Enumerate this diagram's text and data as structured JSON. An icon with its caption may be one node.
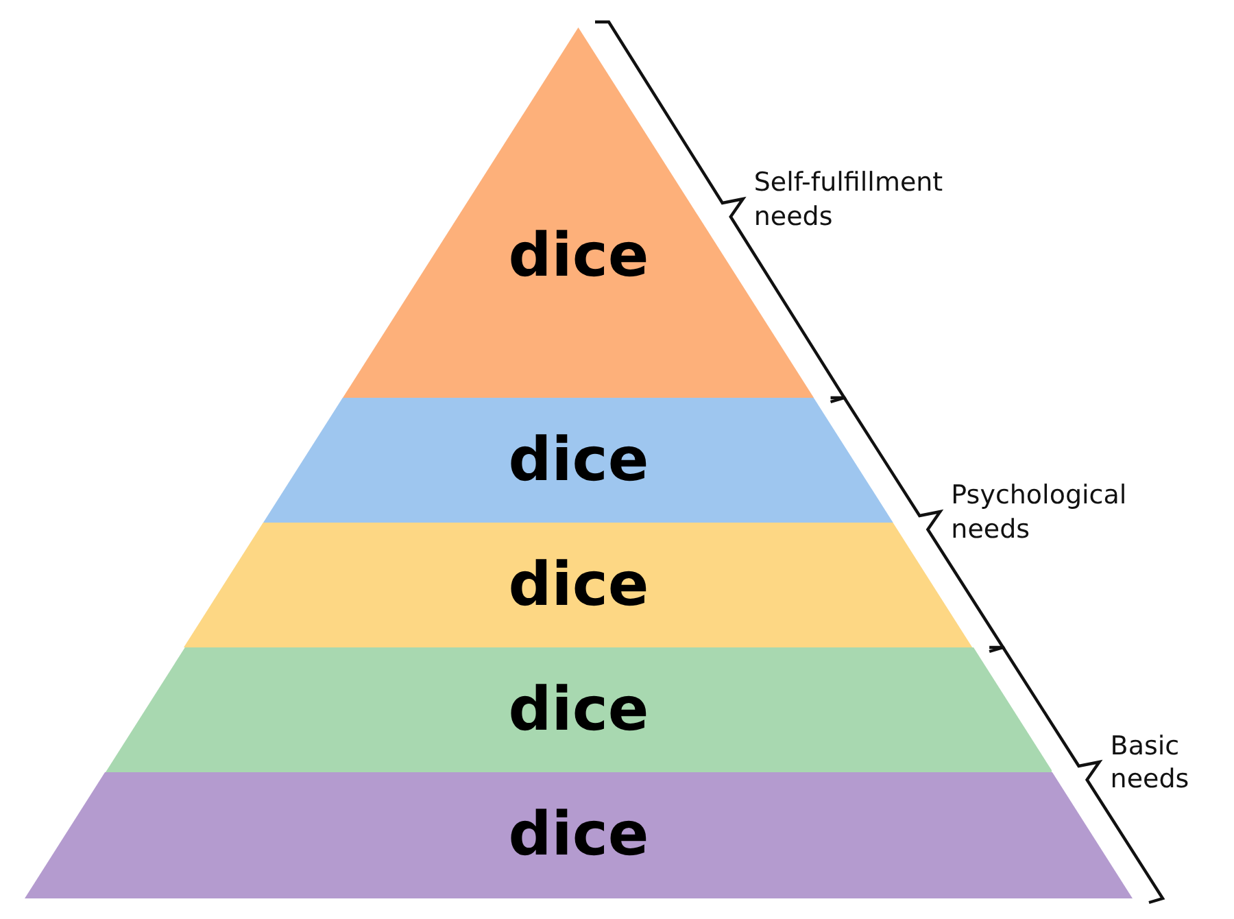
{
  "diagram": {
    "nodes": [
      {
        "text": [
          "dice"
        ]
      },
      {
        "text": [
          "dice"
        ]
      },
      {
        "text": [
          "dice"
        ]
      },
      {
        "text": [
          "dice"
        ]
      },
      {
        "text": [
          "dice"
        ]
      }
    ],
    "labels": [
      "Self-fulfillment needs",
      "Psychological needs",
      "Basic needs"
    ]
  }
}
